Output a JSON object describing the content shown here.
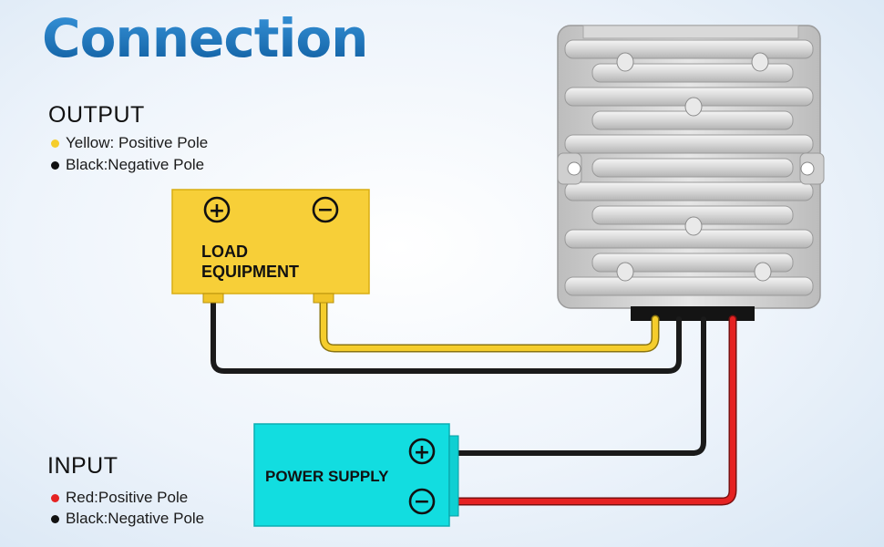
{
  "title": "Connection",
  "output": {
    "heading": "OUTPUT",
    "items": [
      {
        "color": "#f5cd2c",
        "text": "Yellow: Positive Pole"
      },
      {
        "color": "#111111",
        "text": "Black:Negative Pole"
      }
    ]
  },
  "input": {
    "heading": "INPUT",
    "items": [
      {
        "color": "#e52222",
        "text": "Red:Positive Pole"
      },
      {
        "color": "#111111",
        "text": "Black:Negative Pole"
      }
    ]
  },
  "load": {
    "line1": "LOAD",
    "line2": "EQUIPMENT",
    "color": "#f7cf38",
    "plus": "+",
    "minus": "−"
  },
  "supply": {
    "label": "POWER SUPPLY",
    "color": "#12dde0",
    "plus": "+",
    "minus": "−"
  },
  "wire_colors": {
    "yellow": "#f5cd2c",
    "black": "#1a1a1a",
    "red": "#e52222"
  }
}
